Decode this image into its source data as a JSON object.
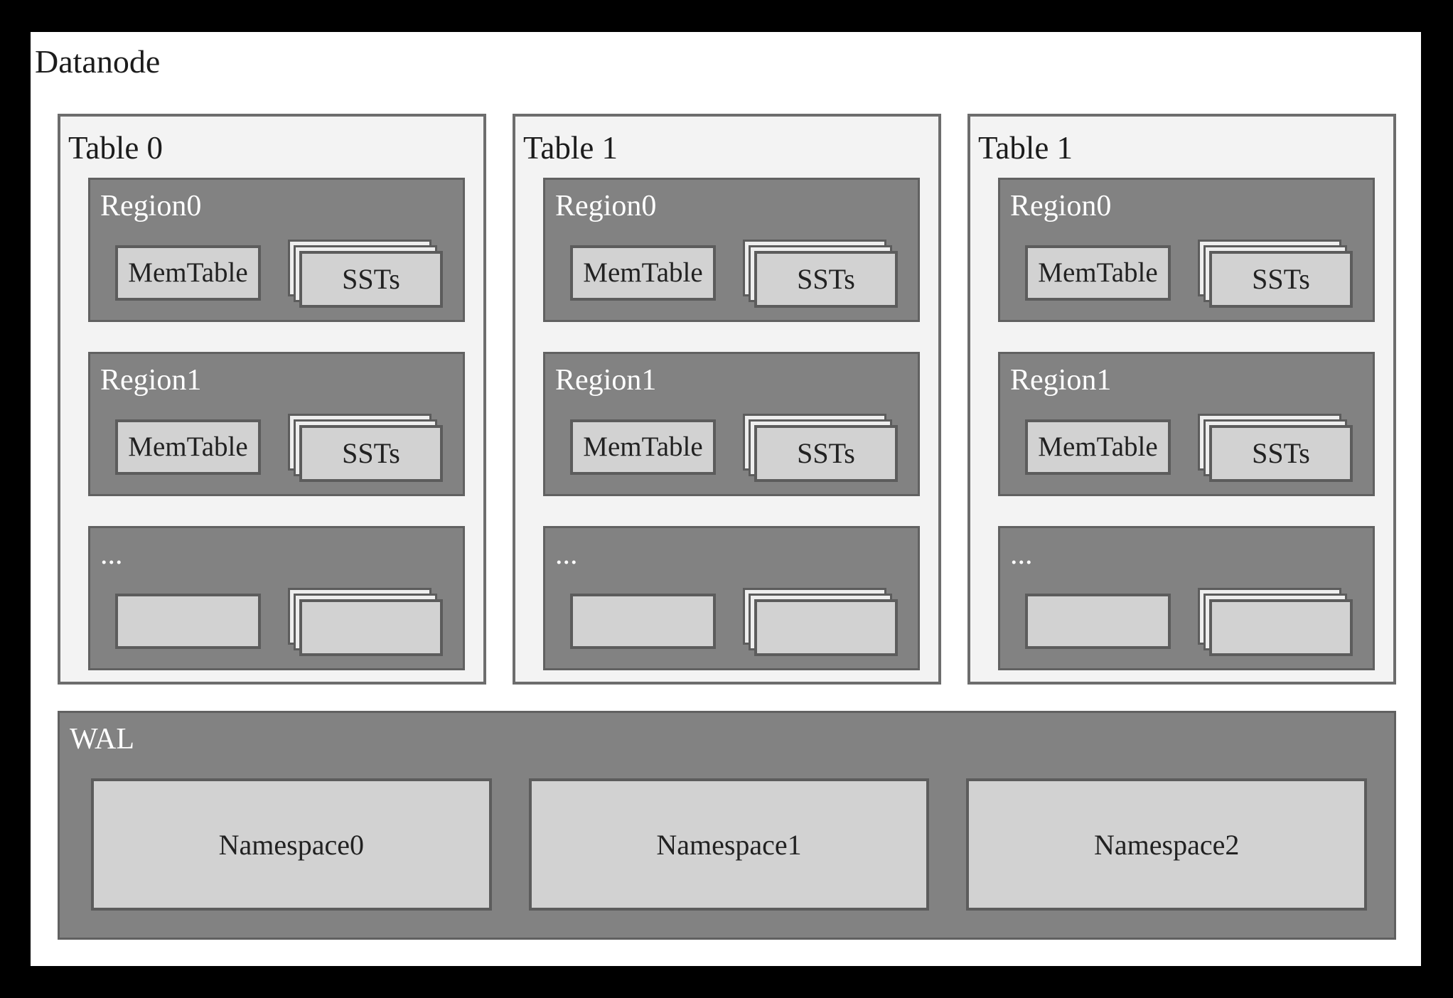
{
  "title": "Datanode",
  "tables": [
    {
      "label": "Table 0",
      "regions": [
        {
          "label": "Region0",
          "memtable": "MemTable",
          "ssts": "SSTs"
        },
        {
          "label": "Region1",
          "memtable": "MemTable",
          "ssts": "SSTs"
        },
        {
          "label": "...",
          "memtable": "",
          "ssts": ""
        }
      ]
    },
    {
      "label": "Table 1",
      "regions": [
        {
          "label": "Region0",
          "memtable": "MemTable",
          "ssts": "SSTs"
        },
        {
          "label": "Region1",
          "memtable": "MemTable",
          "ssts": "SSTs"
        },
        {
          "label": "...",
          "memtable": "",
          "ssts": ""
        }
      ]
    },
    {
      "label": "Table 1",
      "regions": [
        {
          "label": "Region0",
          "memtable": "MemTable",
          "ssts": "SSTs"
        },
        {
          "label": "Region1",
          "memtable": "MemTable",
          "ssts": "SSTs"
        },
        {
          "label": "...",
          "memtable": "",
          "ssts": ""
        }
      ]
    }
  ],
  "wal": {
    "label": "WAL",
    "namespaces": [
      "Namespace0",
      "Namespace1",
      "Namespace2"
    ]
  },
  "colors": {
    "frame": "#000000",
    "canvas": "#ffffff",
    "table_fill": "#f3f3f3",
    "table_border": "#6d6d6d",
    "region_fill": "#828282",
    "region_border": "#616161",
    "box_fill": "#d2d2d2",
    "box_border": "#5c5c5c",
    "stack_back_fill": "#eeeeee",
    "label_dark": "#1c1c1c",
    "label_light": "#ffffff"
  }
}
